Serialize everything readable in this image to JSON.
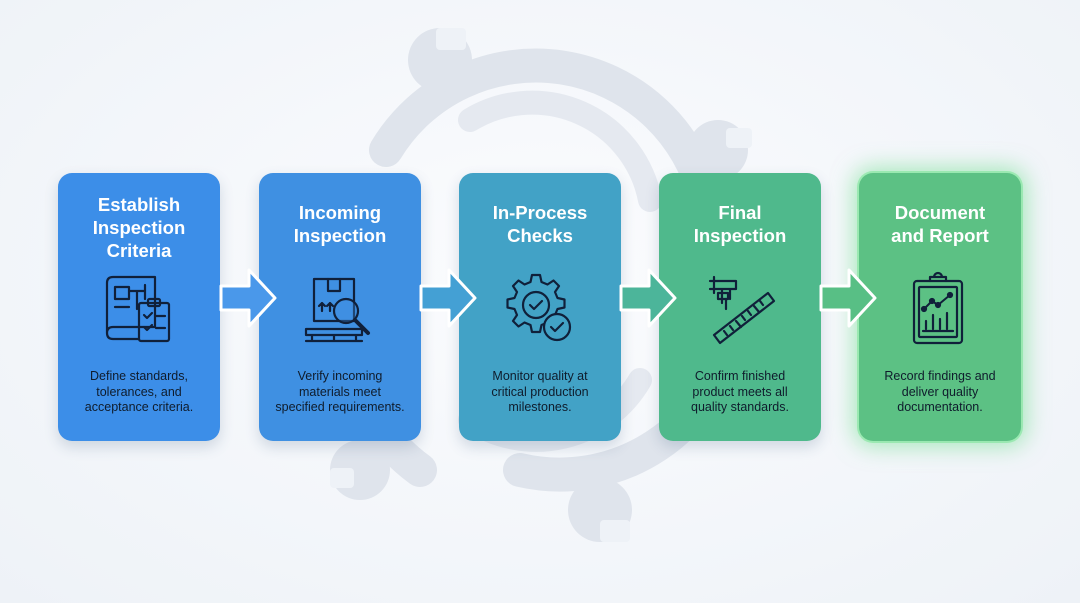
{
  "steps": [
    {
      "title": "Establish\nInspection\nCriteria",
      "description": "Define standards,\ntolerances, and\nacceptance criteria.",
      "icon": "blueprint-checklist-icon",
      "color": "#3c8ee8"
    },
    {
      "title": "Incoming\nInspection",
      "description": "Verify incoming\nmaterials meet\nspecified requirements.",
      "icon": "box-magnifier-icon",
      "color": "#3f90e2"
    },
    {
      "title": "In-Process\nChecks",
      "description": "Monitor quality at\ncritical production\nmilestones.",
      "icon": "gear-check-icon",
      "color": "#42a2c6"
    },
    {
      "title": "Final\nInspection",
      "description": "Confirm finished\nproduct meets all\nquality standards.",
      "icon": "caliper-ruler-icon",
      "color": "#4fb98c"
    },
    {
      "title": "Document\nand Report",
      "description": "Record findings and\ndeliver quality\ndocumentation.",
      "icon": "clipboard-chart-icon",
      "color": "#5cc184"
    }
  ],
  "arrow_colors": [
    "#4a98ea",
    "#44a0d4",
    "#4cb59a",
    "#58bf85"
  ],
  "background_icon": "wrench-cycle-icon"
}
